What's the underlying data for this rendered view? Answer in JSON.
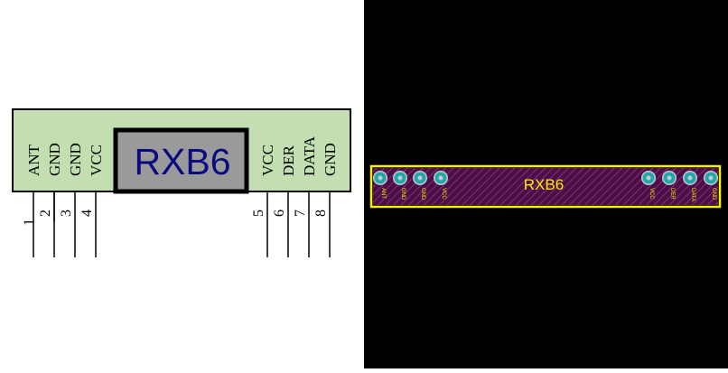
{
  "schematic": {
    "title": "RXB6",
    "body_color": "#c3dfb1",
    "label_box_color": "#9a9a9a",
    "title_color": "#0a0a80",
    "pins": [
      {
        "number": "1",
        "name": "ANT"
      },
      {
        "number": "2",
        "name": "GND"
      },
      {
        "number": "3",
        "name": "GND"
      },
      {
        "number": "4",
        "name": "VCC"
      },
      {
        "number": "5",
        "name": "VCC"
      },
      {
        "number": "6",
        "name": "DER"
      },
      {
        "number": "7",
        "name": "DATA"
      },
      {
        "number": "8",
        "name": "GND"
      }
    ]
  },
  "pcb": {
    "title": "RXB6",
    "background": "#000000",
    "silkscreen_color": "#f5f000",
    "board_color": "#4a0f45",
    "hatch_color": "#8a2a80",
    "pad_color": "#20a8a8",
    "pad_rim_color": "#c8c8d0",
    "pads": [
      "ANT",
      "GND",
      "GND",
      "VCC",
      "VCC",
      "DER",
      "DATA",
      "GND"
    ]
  }
}
